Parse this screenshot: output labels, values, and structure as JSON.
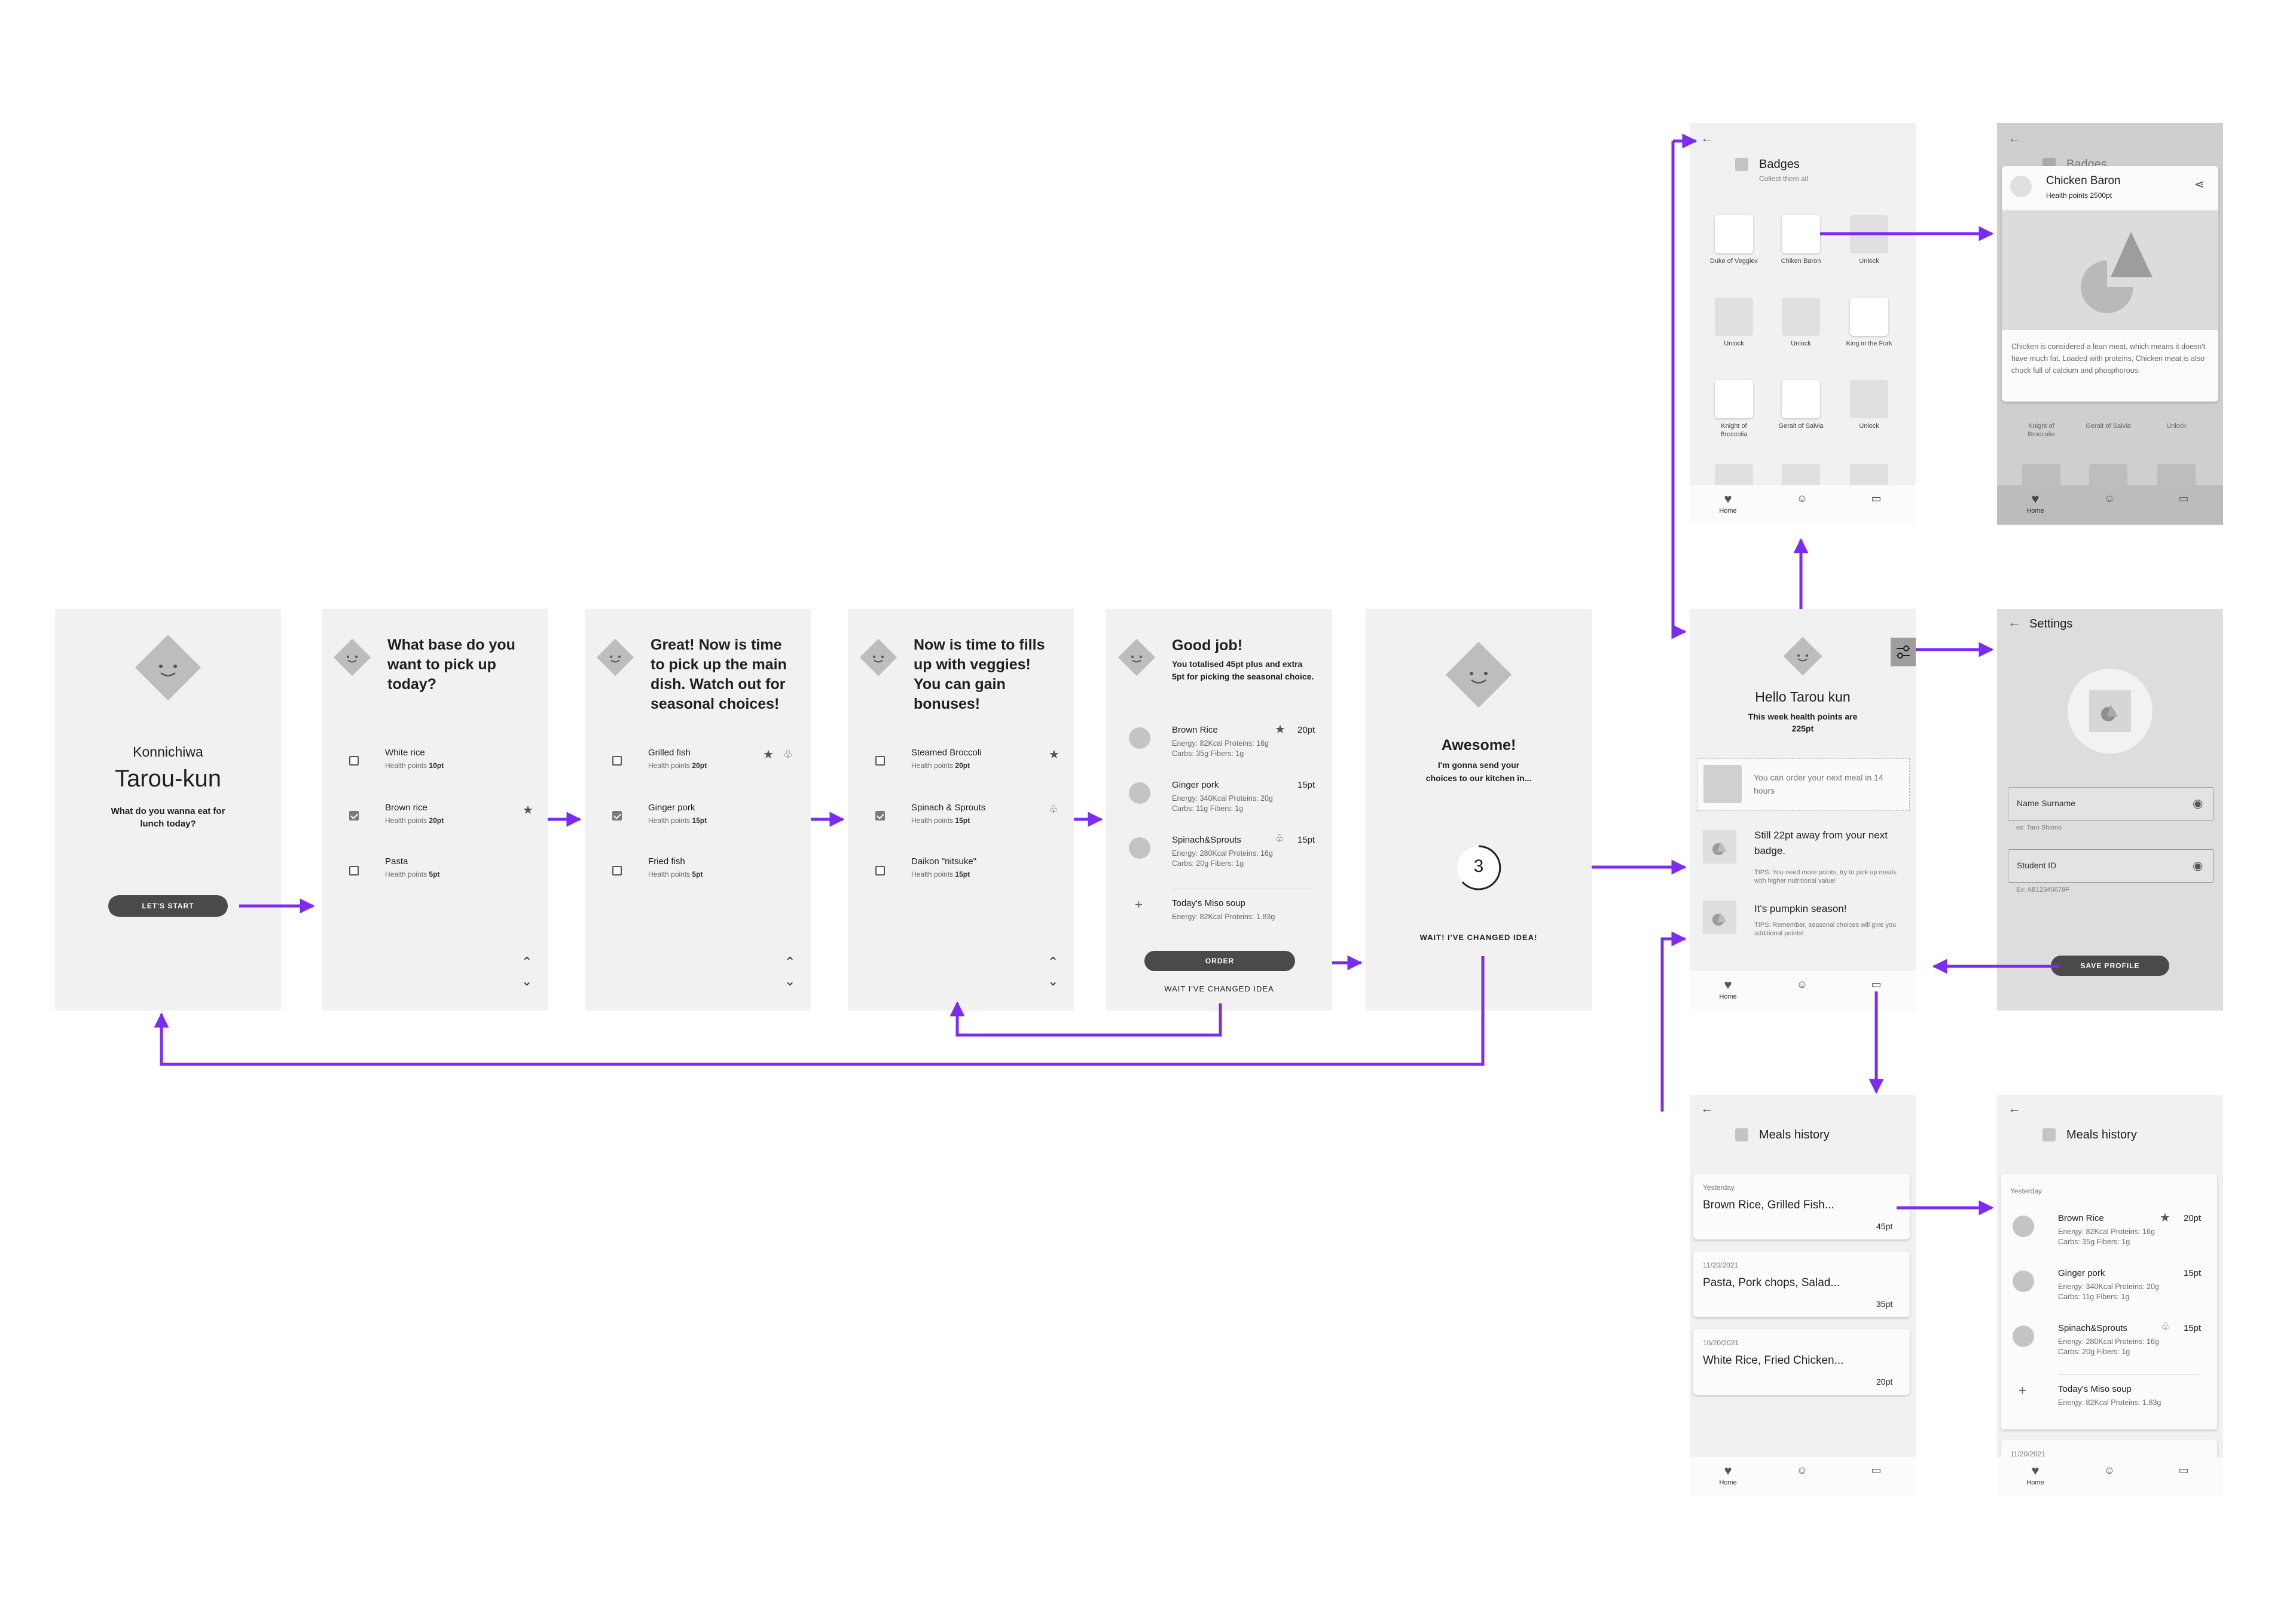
{
  "colors": {
    "accent": "#7b2cf0",
    "screen_bg": "#f1f1f1",
    "dark_bg": "#cfcfcf",
    "button": "#4a4a4a"
  },
  "s1": {
    "greeting": "Konnichiwa",
    "name": "Tarou-kun",
    "question": "What do you wanna eat for lunch today?",
    "start": "LET'S START"
  },
  "s2": {
    "title": "What base do you want to pick up today?",
    "items": [
      {
        "name": "White rice",
        "pts_label": "Health points",
        "pts": "10pt"
      },
      {
        "name": "Brown rice",
        "pts_label": "Health points",
        "pts": "20pt"
      },
      {
        "name": "Pasta",
        "pts_label": "Health points",
        "pts": "5pt"
      }
    ]
  },
  "s3": {
    "title": "Great! Now is time to pick up the main dish. Watch out for seasonal choices!",
    "items": [
      {
        "name": "Grilled fish",
        "pts_label": "Health points",
        "pts": "20pt"
      },
      {
        "name": "Ginger pork",
        "pts_label": "Health points",
        "pts": "15pt"
      },
      {
        "name": "Fried fish",
        "pts_label": "Health points",
        "pts": "5pt"
      }
    ]
  },
  "s4": {
    "title": "Now is time to fills up with veggies! You can gain bonuses!",
    "items": [
      {
        "name": "Steamed Broccoli",
        "pts_label": "Health points",
        "pts": "20pt"
      },
      {
        "name": "Spinach & Sprouts",
        "pts_label": "Health points",
        "pts": "15pt"
      },
      {
        "name": "Daikon \"nitsuke\"",
        "pts_label": "Health points",
        "pts": "15pt"
      }
    ]
  },
  "s5": {
    "title": "Good job!",
    "subtitle": "You totalised 45pt plus and extra 5pt for picking the seasonal choice.",
    "meals": [
      {
        "name": "Brown Rice",
        "pts": "20pt",
        "l1": "Energy: 82Kcal  Proteins: 16g",
        "l2": "Carbs: 35g  Fibers: 1g"
      },
      {
        "name": "Ginger pork",
        "pts": "15pt",
        "l1": "Energy: 340Kcal  Proteins: 20g",
        "l2": "Carbs: 11g  Fibers: 1g"
      },
      {
        "name": "Spinach&Sprouts",
        "pts": "15pt",
        "l1": "Energy: 280Kcal  Proteins: 16g",
        "l2": "Carbs: 20g  Fibers: 1g"
      }
    ],
    "soup": {
      "name": "Today's Miso soup",
      "l1": "Energy: 82Kcal  Proteins: 1.83g"
    },
    "order": "ORDER",
    "wait": "WAIT I'VE CHANGED IDEA"
  },
  "s6": {
    "title": "Awesome!",
    "text": "I'm gonna send your choices to our kitchen in...",
    "count": "3",
    "wait": "WAIT! I'VE CHANGED IDEA!"
  },
  "home": {
    "title": "Hello Tarou kun",
    "subtitle": "This week health points are 225pt",
    "order_text": "You can order your next meal in 14 hours",
    "tip1_title": "Still 22pt away from your next badge.",
    "tip1_text": "TIPS: You need more points, try to pick up meals with higher nutritional value!",
    "tip2_title": "It's pumpkin season!",
    "tip2_text": "TIPS: Remember, seasonal choices will give you additional points!",
    "nav_home": "Home"
  },
  "badges": {
    "title": "Badges",
    "subtitle": "Collect them all",
    "items": [
      "Duke of Veggiex",
      "Chiken Baron",
      "Unlock",
      "Unlock",
      "Unlock",
      "King in the Fork",
      "Knight of Broccolia",
      "Geralt of Salvia",
      "Unlock"
    ],
    "nav_home": "Home"
  },
  "badge_detail": {
    "bg_title": "Badges",
    "title": "Chicken Baron",
    "points": "Health points 2500pt",
    "desc": "Chicken is considered a lean meat, which means it doesn't have much fat. Loaded with proteins, Chicken meat is also chock full of calcium and phosphorous.",
    "bg_labels": [
      "Knight of Broccolia",
      "Geralt of Salvia",
      "Unlock"
    ],
    "nav_home": "Home"
  },
  "settings": {
    "title": "Settings",
    "name_label": "Name Surname",
    "name_hint": "ex: Taro Shiono",
    "id_label": "Student ID",
    "id_hint": "Ex: AB12345678F",
    "save": "SAVE PROFILE"
  },
  "history": {
    "title": "Meals history",
    "entries": [
      {
        "date": "Yesterday",
        "meals": "Brown Rice, Grilled Fish...",
        "pts": "45pt"
      },
      {
        "date": "11/20/2021",
        "meals": "Pasta, Pork chops, Salad...",
        "pts": "35pt"
      },
      {
        "date": "10/20/2021",
        "meals": "White Rice, Fried Chicken...",
        "pts": "20pt"
      }
    ],
    "nav_home": "Home"
  },
  "history_detail": {
    "title": "Meals history",
    "date": "Yesterday",
    "meals": [
      {
        "name": "Brown Rice",
        "pts": "20pt",
        "l1": "Energy: 82Kcal  Proteins: 16g",
        "l2": "Carbs: 35g  Fibers: 1g"
      },
      {
        "name": "Ginger pork",
        "pts": "15pt",
        "l1": "Energy: 340Kcal  Proteins: 20g",
        "l2": "Carbs: 11g  Fibers: 1g"
      },
      {
        "name": "Spinach&Sprouts",
        "pts": "15pt",
        "l1": "Energy: 280Kcal  Proteins: 16g",
        "l2": "Carbs: 20g  Fibers: 1g"
      }
    ],
    "soup": {
      "name": "Today's Miso soup",
      "l1": "Energy: 82Kcal  Proteins: 1.83g"
    },
    "next_date": "11/20/2021",
    "nav_home": "Home"
  }
}
